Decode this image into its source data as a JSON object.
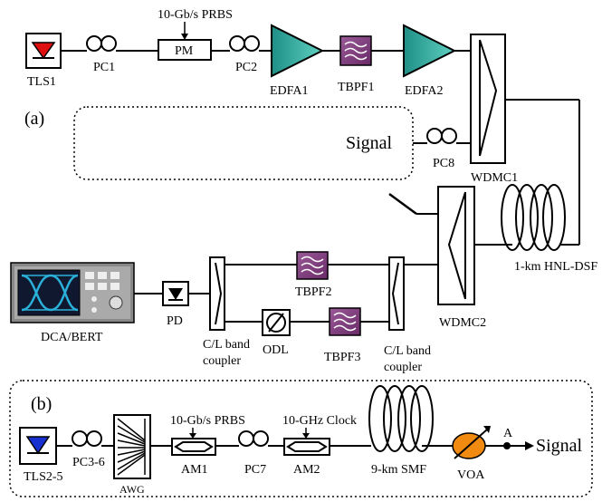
{
  "panel_a": {
    "tag": "(a)",
    "labels": {
      "tls1": "TLS1",
      "pc1": "PC1",
      "prbs": "10-Gb/s PRBS",
      "pm": "PM",
      "pc2": "PC2",
      "edfa1": "EDFA1",
      "tbpf1": "TBPF1",
      "edfa2": "EDFA2",
      "signal": "Signal",
      "pc8": "PC8",
      "wdmc1": "WDMC1",
      "hnldsf": "1-km HNL-DSF",
      "tbpf2": "TBPF2",
      "wdmc2": "WDMC2",
      "pd": "PD",
      "dca": "DCA/BERT",
      "odl": "ODL",
      "tbpf3": "TBPF3",
      "cl_coupler_1_l1": "C/L band",
      "cl_coupler_1_l2": "coupler",
      "cl_coupler_2_l1": "C/L band",
      "cl_coupler_2_l2": "coupler"
    }
  },
  "panel_b": {
    "tag": "(b)",
    "labels": {
      "tls25": "TLS2-5",
      "pc36": "PC3-6",
      "awg": "AWG",
      "prbs": "10-Gb/s PRBS",
      "am1": "AM1",
      "pc7": "PC7",
      "clock": "10-GHz Clock",
      "am2": "AM2",
      "smf": "9-km SMF",
      "voa": "VOA",
      "point_a": "A",
      "signal": "Signal"
    }
  },
  "colors": {
    "tls1_triangle": "#e01010",
    "tls25_triangle": "#1830d0",
    "edfa": "#2aa89a",
    "tbpf": "#7a3a78",
    "voa": "#f08a10",
    "dca_screen": "#2ab0d8"
  }
}
